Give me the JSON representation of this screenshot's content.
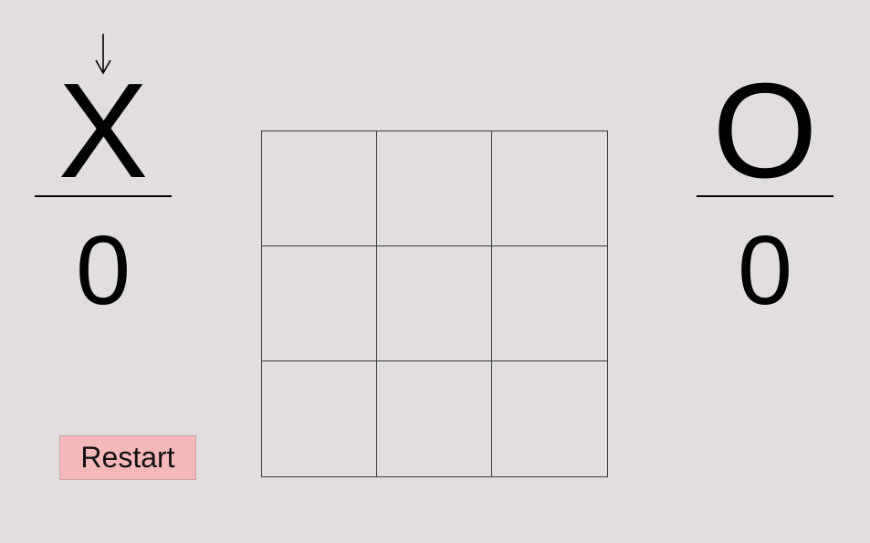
{
  "players": {
    "x": {
      "symbol": "X",
      "score": "0",
      "is_turn": true
    },
    "o": {
      "symbol": "O",
      "score": "0",
      "is_turn": false
    }
  },
  "board": {
    "cells": [
      "",
      "",
      "",
      "",
      "",
      "",
      "",
      "",
      ""
    ]
  },
  "restart_label": "Restart",
  "icons": {
    "turn_indicator": "down-arrow-icon"
  }
}
